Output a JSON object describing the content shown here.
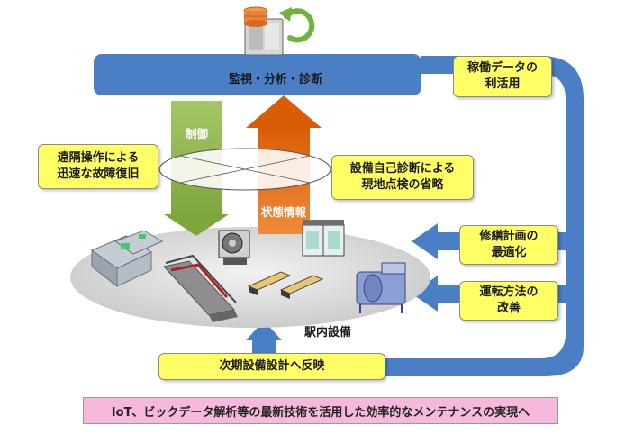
{
  "monitor_label": "監視・分析・診断",
  "control_label": "制御",
  "status_label": "状態情報",
  "station_label": "駅内設備",
  "notes": {
    "remote": "遠隔操作による\n迅速な故障復旧",
    "selfdiag": "設備自己診断による\n現地点検の省略",
    "operation_data": "稼働データの\n利活用",
    "repair_plan": "修繕計画の\n最適化",
    "operation_method": "運転方法の\n改善",
    "next_design": "次期設備設計へ反映"
  },
  "banner": "IoT、ビックデータ解析等の最新技術を活用した効率的なメンテナンスの実現へ",
  "colors": {
    "loop_blue": "#4a7fc6",
    "control_green": "#92b84f",
    "status_orange": "#e36f10",
    "note_yellow": "#ffff66",
    "banner_pink": "#f6b8dd"
  },
  "icons": [
    "server-icon",
    "refresh-icon",
    "ticket-gate-icon",
    "escalator-icon",
    "traction-machine-icon",
    "rail-equipment-icon",
    "platform-door-icon",
    "chiller-icon"
  ]
}
